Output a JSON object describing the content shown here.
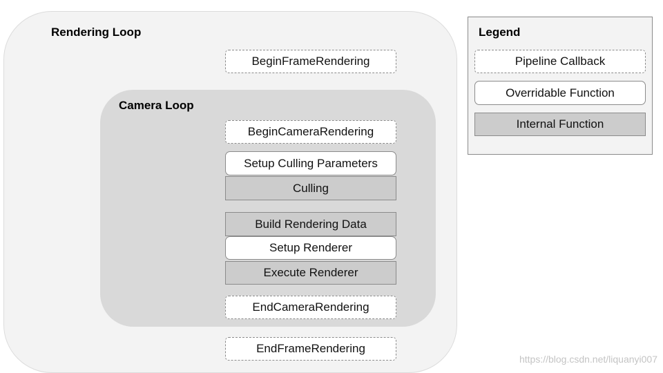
{
  "rendering_loop": {
    "title": "Rendering Loop",
    "begin_frame": "BeginFrameRendering",
    "end_frame": "EndFrameRendering"
  },
  "camera_loop": {
    "title": "Camera Loop",
    "steps": [
      {
        "label": "BeginCameraRendering",
        "kind": "pipeline-callback"
      },
      {
        "label": "Setup Culling Parameters",
        "kind": "overridable-function"
      },
      {
        "label": "Culling",
        "kind": "internal-function"
      },
      {
        "label": "Build Rendering Data",
        "kind": "internal-function"
      },
      {
        "label": "Setup Renderer",
        "kind": "overridable-function"
      },
      {
        "label": "Execute Renderer",
        "kind": "internal-function"
      },
      {
        "label": "EndCameraRendering",
        "kind": "pipeline-callback"
      }
    ]
  },
  "legend": {
    "title": "Legend",
    "items": [
      {
        "label": "Pipeline Callback",
        "kind": "pipeline-callback"
      },
      {
        "label": "Overridable Function",
        "kind": "overridable-function"
      },
      {
        "label": "Internal Function",
        "kind": "internal-function"
      }
    ]
  },
  "watermark": "https://blog.csdn.net/liquanyi007",
  "colors": {
    "outer_loop_fill": "#f3f3f3",
    "camera_loop_fill": "#d9d9d9",
    "internal_fill": "#cccccc",
    "callback_fill": "#ffffff",
    "border": "#8a8a8a"
  }
}
